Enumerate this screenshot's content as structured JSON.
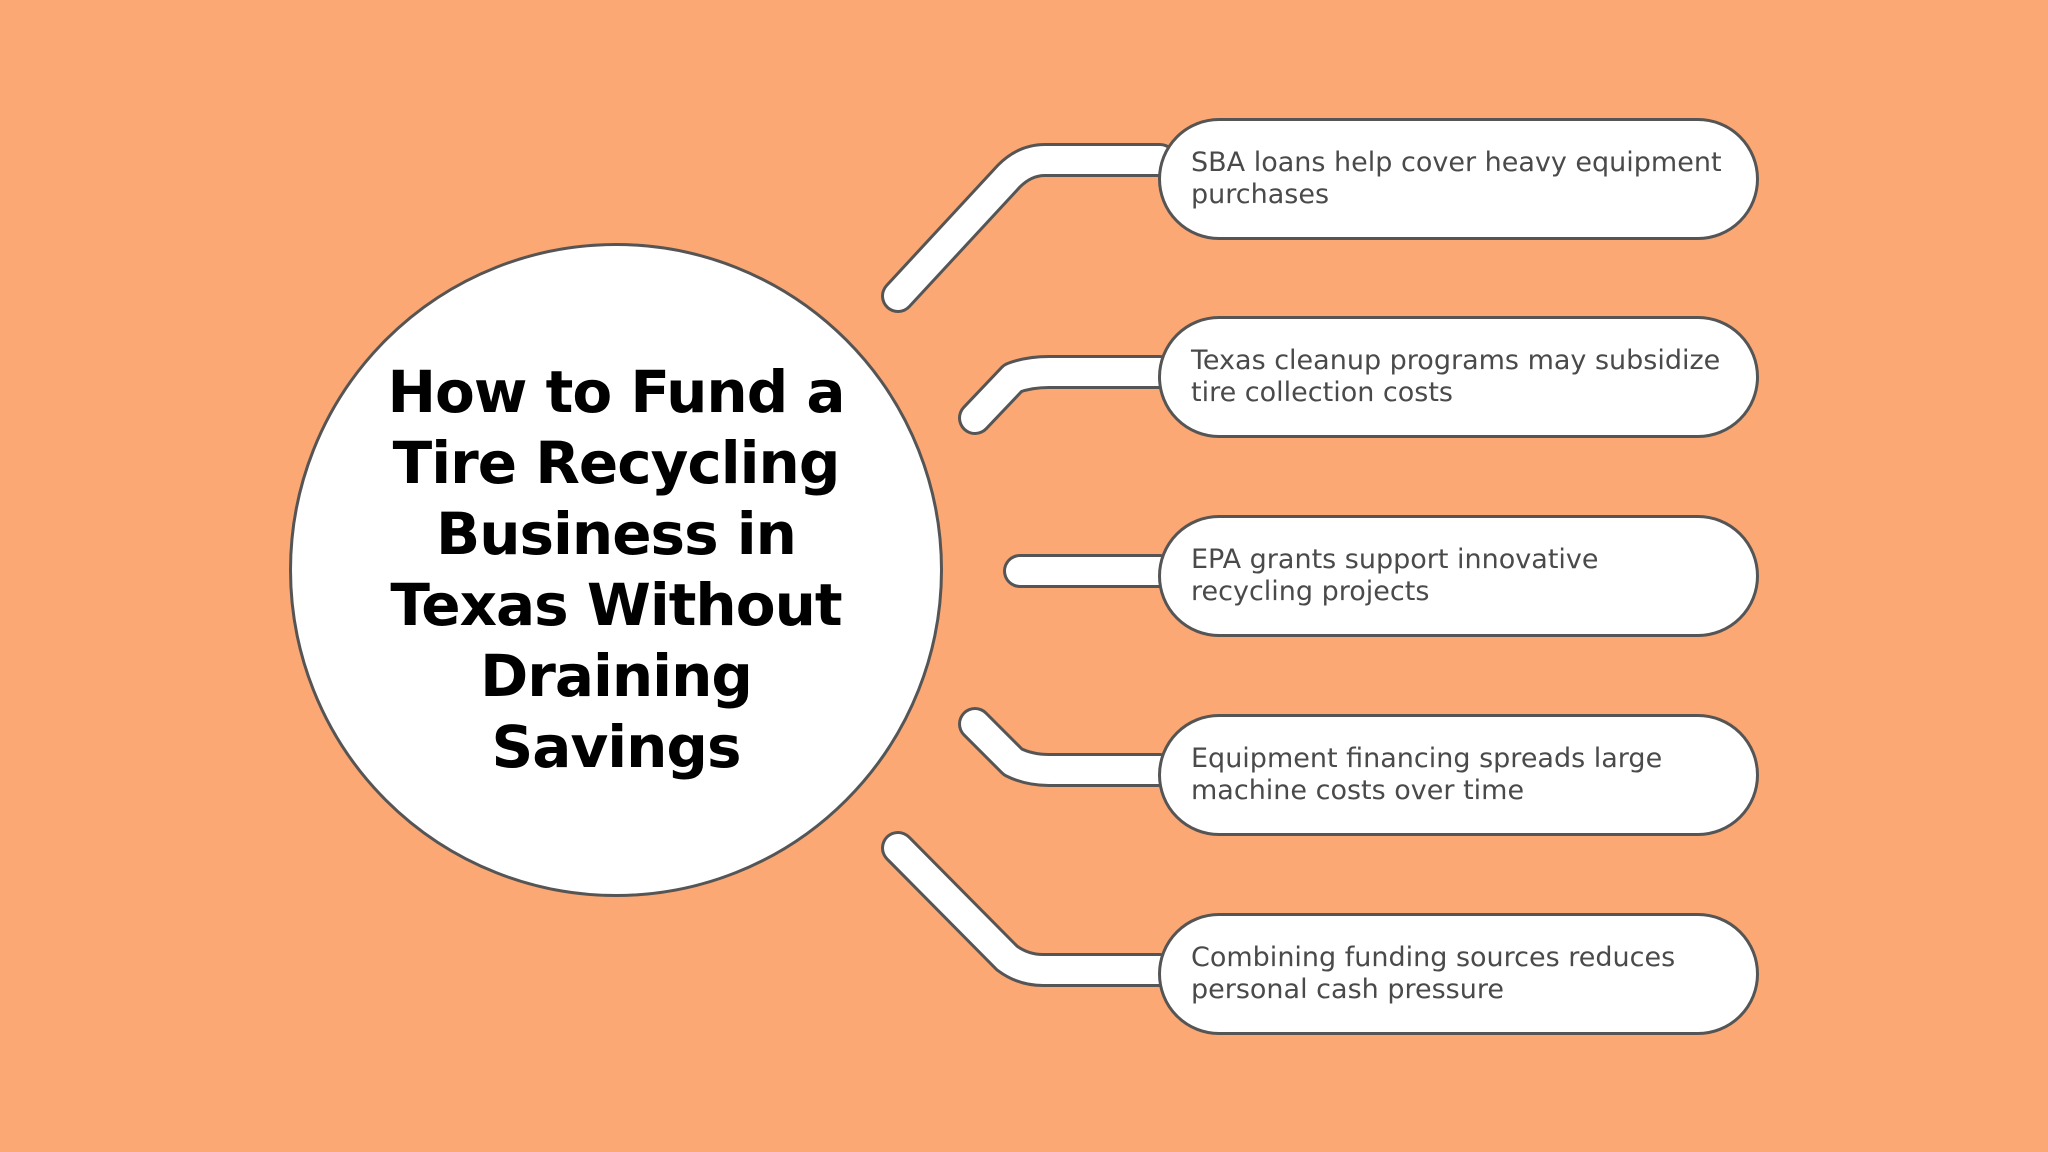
{
  "title": "How to Fund a Tire Recycling Business in Texas Without Draining Savings",
  "points": [
    "SBA loans help cover heavy equipment purchases",
    "Texas cleanup programs may subsidize tire collection costs",
    "EPA grants support innovative recycling projects",
    "Equipment financing spreads large machine costs over time",
    "Combining funding sources reduces personal cash pressure"
  ],
  "colors": {
    "background": "#FBA874",
    "node_fill": "#FFFFFF",
    "outline": "#555555",
    "title_text": "#000000",
    "point_text": "#4A4A4A"
  }
}
